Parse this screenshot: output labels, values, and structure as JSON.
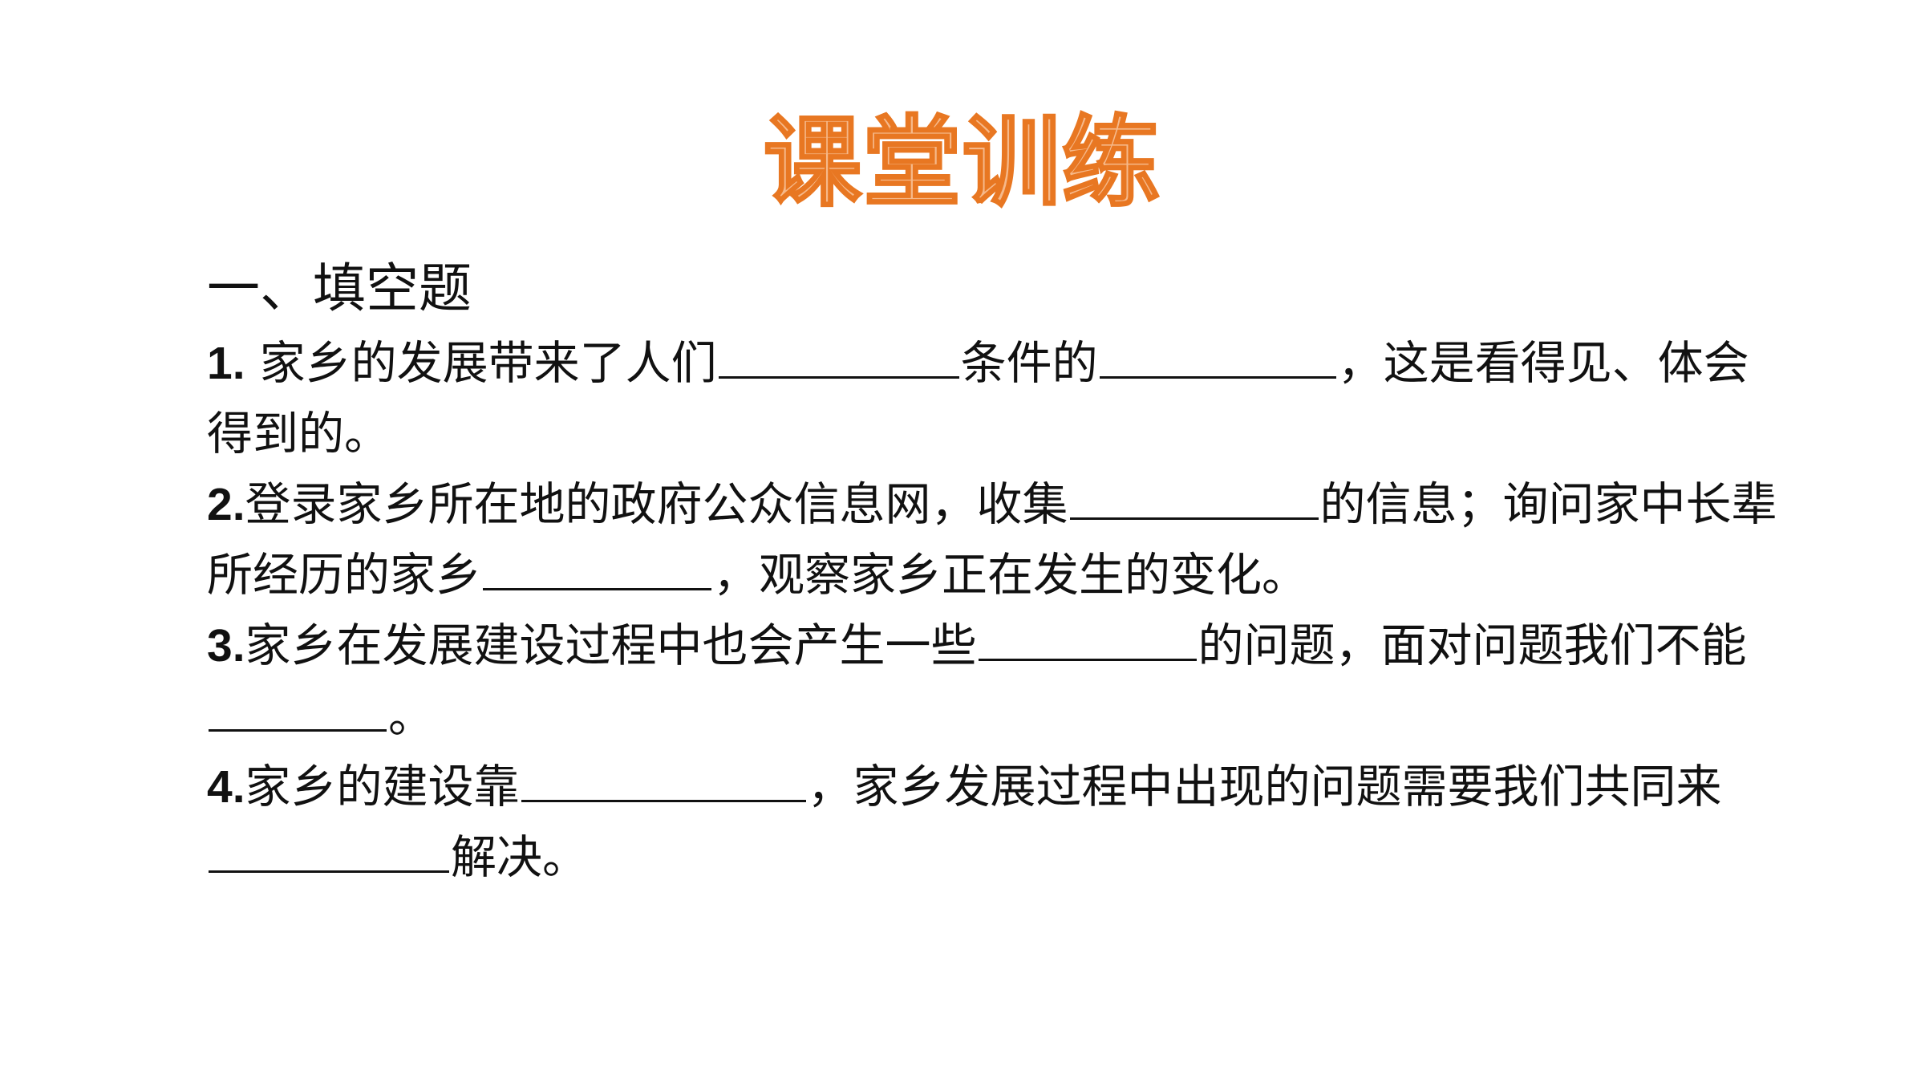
{
  "slide": {
    "title": "课堂训练",
    "section_heading": "一、填空题",
    "questions": [
      {
        "num": "1.",
        "part1": " 家乡的发展带来了人们",
        "part2": "条件的",
        "part3": "，这是看得见、体会得到的。"
      },
      {
        "num": "2.",
        "part1": "登录家乡所在地的政府公众信息网，收集",
        "part2": "的信息；询问家中长辈所经历的家乡",
        "part3": "，观察家乡正在发生的变化。"
      },
      {
        "num": "3.",
        "part1": "家乡在发展建设过程中也会产生一些",
        "part2": "的问题，面对问题我们不能",
        "part3": "。"
      },
      {
        "num": "4.",
        "part1": "家乡的建设靠",
        "part2": "，家乡发展过程中出现的问题需要我们共同来",
        "part3": "解决。"
      }
    ]
  },
  "colors": {
    "title_stroke": "#e87722",
    "title_fill": "#f6b98a",
    "text": "#111111"
  }
}
